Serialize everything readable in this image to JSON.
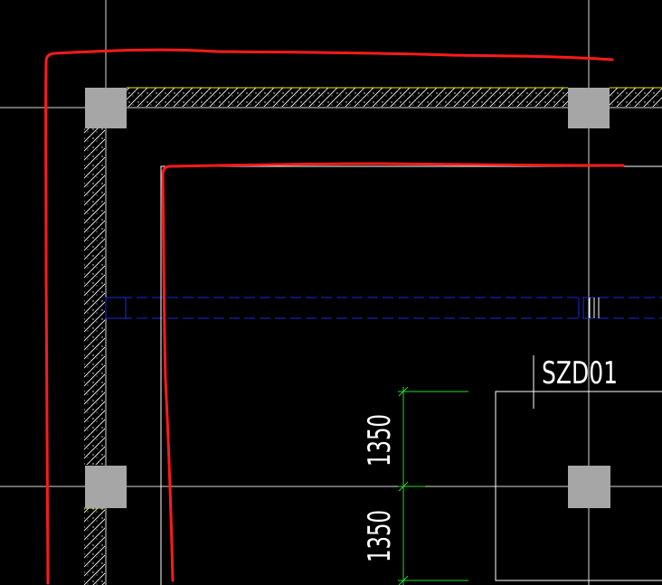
{
  "labels": {
    "column_tag": "SZD01",
    "dim_upper": "1350",
    "dim_lower": "1350"
  },
  "colors": {
    "background": "#000000",
    "crosshair": "#ffffff",
    "column": "#a6a6a6",
    "wall_hatch": "#ffffff",
    "wall_edge": "#e8e800",
    "beam": "#1a2bd6",
    "dimension": "#2bd32b",
    "markup": "#ff1a1a",
    "text": "#ffffff"
  }
}
